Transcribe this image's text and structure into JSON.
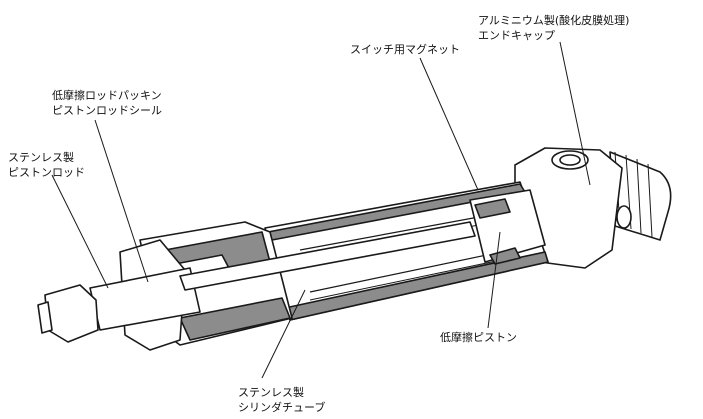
{
  "labels": {
    "end_cap": {
      "line1": "アルミニウム製(酸化皮膜処理)",
      "line2": "エンドキャップ"
    },
    "magnet": {
      "line1": "スイッチ用マグネット"
    },
    "rod_packing": {
      "line1": "低摩擦ロッドパッキン",
      "line2": "ピストンロッドシール"
    },
    "piston_rod": {
      "line1": "ステンレス製",
      "line2": "ピストンロッド"
    },
    "piston": {
      "line1": "低摩擦ピストン"
    },
    "cylinder_tube": {
      "line1": "ステンレス製",
      "line2": "シリンダチューブ"
    }
  },
  "colors": {
    "line": "#1a1a1a",
    "section_gray": "#8c8c8c",
    "body": "#ffffff",
    "shade": "#dcdcdc"
  }
}
